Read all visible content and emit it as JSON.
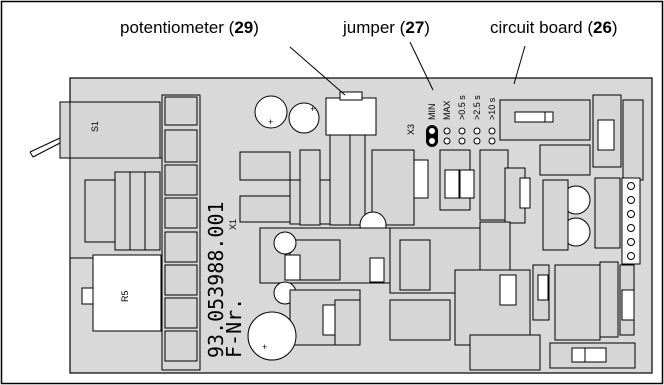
{
  "labels": {
    "potentiometer": {
      "text": "potentiometer (",
      "num": "29",
      "close": ")"
    },
    "jumper": {
      "text": "jumper (",
      "num": "27",
      "close": ")"
    },
    "circuit_board": {
      "text": "circuit board (",
      "num": "26",
      "close": ")"
    }
  },
  "board_text": {
    "part_number": "93.053988.001",
    "f_nr": "F-Nr.",
    "switch": "S1",
    "resistor": "R5",
    "connector_x1": "X1",
    "connector_x3": "X3",
    "jumper_min": "MIN",
    "jumper_max": "MAX",
    "jumper_05": ">0.5 s",
    "jumper_25": ">2.5 s",
    "jumper_10": ">10 s"
  }
}
